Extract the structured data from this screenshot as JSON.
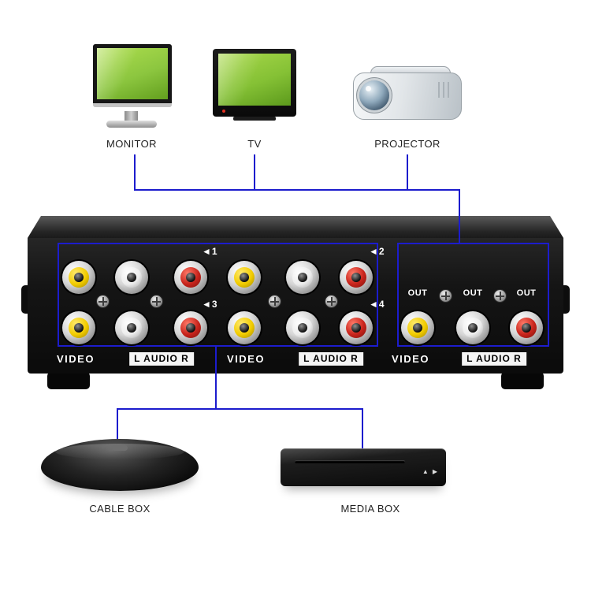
{
  "colors": {
    "connector_blue": "#1c1ccd",
    "panel_black": "#141414",
    "jack_yellow": "#f2cc00",
    "jack_white": "#f2f2f2",
    "jack_red": "#c8241c",
    "screen_green": "#8cc63f"
  },
  "top_devices": [
    {
      "label": "MONITOR"
    },
    {
      "label": "TV"
    },
    {
      "label": "PROJECTOR"
    }
  ],
  "bottom_devices": [
    {
      "label": "CABLE BOX"
    },
    {
      "label": "MEDIA BOX"
    }
  ],
  "switch_panel": {
    "input_markers": [
      "◄1",
      "◄2",
      "◄3",
      "◄4"
    ],
    "output_labels": [
      "OUT",
      "OUT",
      "OUT"
    ],
    "bottom_labels": [
      "VIDEO",
      "L AUDIO R",
      "VIDEO",
      "L AUDIO R",
      "VIDEO",
      "L AUDIO R"
    ],
    "input_jack_rows": [
      [
        "yellow",
        "white",
        "red",
        "yellow",
        "white",
        "red"
      ],
      [
        "yellow",
        "white",
        "red",
        "yellow",
        "white",
        "red"
      ]
    ],
    "output_jacks": [
      "yellow",
      "white",
      "red"
    ]
  },
  "media_box_icons": {
    "eject": "▲",
    "play_pause": "▶"
  }
}
